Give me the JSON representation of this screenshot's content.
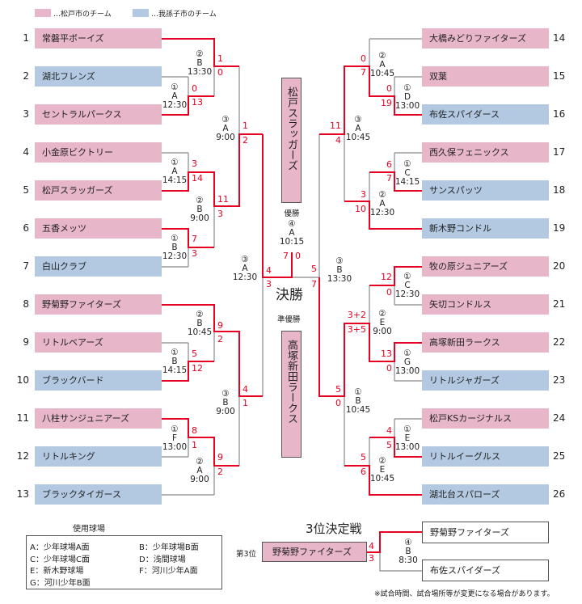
{
  "legend": {
    "matsudo": "…松戸市のチーム",
    "abiko": "…我孫子市のチーム"
  },
  "colors": {
    "matsudo": "#e8b6c9",
    "abiko": "#b3c9e2",
    "winner_line": "#e60022",
    "line": "#888888"
  },
  "teams": [
    {
      "no": "1",
      "name": "常磐平ボーイズ",
      "city": "matsudo"
    },
    {
      "no": "2",
      "name": "湖北フレンズ",
      "city": "abiko"
    },
    {
      "no": "3",
      "name": "セントラルパークス",
      "city": "matsudo"
    },
    {
      "no": "4",
      "name": "小金原ビクトリー",
      "city": "matsudo"
    },
    {
      "no": "5",
      "name": "松戸スラッガーズ",
      "city": "matsudo"
    },
    {
      "no": "6",
      "name": "五香メッツ",
      "city": "matsudo"
    },
    {
      "no": "7",
      "name": "白山クラブ",
      "city": "abiko"
    },
    {
      "no": "8",
      "name": "野菊野ファイターズ",
      "city": "matsudo"
    },
    {
      "no": "9",
      "name": "リトルベアーズ",
      "city": "matsudo"
    },
    {
      "no": "10",
      "name": "ブラックバード",
      "city": "abiko"
    },
    {
      "no": "11",
      "name": "八柱サンジュニアーズ",
      "city": "matsudo"
    },
    {
      "no": "12",
      "name": "リトルキング",
      "city": "abiko"
    },
    {
      "no": "13",
      "name": "ブラックタイガース",
      "city": "abiko"
    },
    {
      "no": "14",
      "name": "大橋みどりファイターズ",
      "city": "matsudo"
    },
    {
      "no": "15",
      "name": "双葉",
      "city": "matsudo"
    },
    {
      "no": "16",
      "name": "布佐スパイダース",
      "city": "abiko"
    },
    {
      "no": "17",
      "name": "西久保フェニックス",
      "city": "matsudo"
    },
    {
      "no": "18",
      "name": "サンスパッツ",
      "city": "abiko"
    },
    {
      "no": "19",
      "name": "新木野コンドル",
      "city": "abiko"
    },
    {
      "no": "20",
      "name": "牧の原ジュニアーズ",
      "city": "matsudo"
    },
    {
      "no": "21",
      "name": "矢切コンドルス",
      "city": "matsudo"
    },
    {
      "no": "22",
      "name": "高塚新田ラークス",
      "city": "matsudo"
    },
    {
      "no": "23",
      "name": "リトルジャガーズ",
      "city": "abiko"
    },
    {
      "no": "24",
      "name": "松戸KSカージナルス",
      "city": "matsudo"
    },
    {
      "no": "25",
      "name": "リトルイーグルス",
      "city": "abiko"
    },
    {
      "no": "26",
      "name": "湖北台スパローズ",
      "city": "abiko"
    }
  ],
  "matches": [
    {
      "round": "①",
      "field": "A",
      "time": "12:30",
      "scores": [
        "0",
        "13"
      ]
    },
    {
      "round": "②",
      "field": "B",
      "time": "13:30",
      "scores": [
        "1",
        "0"
      ]
    },
    {
      "round": "①",
      "field": "A",
      "time": "14:15",
      "scores": [
        "3",
        "14"
      ]
    },
    {
      "round": "①",
      "field": "B",
      "time": "12:30",
      "scores": [
        "7",
        "3"
      ]
    },
    {
      "round": "②",
      "field": "B",
      "time": "9:00",
      "scores": [
        "11",
        "3"
      ]
    },
    {
      "round": "③",
      "field": "A",
      "time": "9:00",
      "scores": [
        "1",
        "2"
      ]
    },
    {
      "round": "①",
      "field": "B",
      "time": "14:15",
      "scores": [
        "5",
        "12"
      ]
    },
    {
      "round": "②",
      "field": "B",
      "time": "10:45",
      "scores": [
        "9",
        "2"
      ]
    },
    {
      "round": "①",
      "field": "F",
      "time": "13:00",
      "scores": [
        "8",
        "1"
      ]
    },
    {
      "round": "②",
      "field": "A",
      "time": "9:00",
      "scores": [
        "9",
        "2"
      ]
    },
    {
      "round": "③",
      "field": "B",
      "time": "9:00",
      "scores": [
        "4",
        "1"
      ]
    },
    {
      "round": "③",
      "field": "A",
      "time": "12:30",
      "scores": [
        "4",
        "3"
      ]
    },
    {
      "round": "③",
      "field": "B",
      "time": "13:30",
      "scores": [
        "5",
        "7"
      ]
    },
    {
      "round": "①",
      "field": "D",
      "time": "13:00",
      "scores": [
        "0",
        "19"
      ]
    },
    {
      "round": "②",
      "field": "A",
      "time": "10:45",
      "scores": [
        "0",
        "7"
      ]
    },
    {
      "round": "③",
      "field": "A",
      "time": "10:45",
      "scores": [
        "11",
        "4"
      ]
    },
    {
      "round": "①",
      "field": "C",
      "time": "14:15",
      "scores": [
        "6",
        "7"
      ]
    },
    {
      "round": "②",
      "field": "A",
      "time": "12:30",
      "scores": [
        "3",
        "10"
      ]
    },
    {
      "round": "①",
      "field": "C",
      "time": "12:30",
      "scores": [
        "12",
        "0"
      ]
    },
    {
      "round": "②",
      "field": "E",
      "time": "9:00",
      "scores": [
        "3+2",
        "3+5"
      ]
    },
    {
      "round": "①",
      "field": "G",
      "time": "13:00",
      "scores": [
        "13",
        "0"
      ]
    },
    {
      "round": "①",
      "field": "B",
      "time": "10:45",
      "scores": [
        "5",
        "0"
      ]
    },
    {
      "round": "①",
      "field": "E",
      "time": "13:00",
      "scores": [
        "4",
        "5"
      ]
    },
    {
      "round": "②",
      "field": "E",
      "time": "10:45",
      "scores": [
        "5",
        "6"
      ]
    }
  ],
  "final": {
    "title": "決勝",
    "champion_label": "優勝",
    "runnerup_label": "準優勝",
    "champion": "松戸スラッガーズ",
    "runnerup": "高塚新田ラークス",
    "round": "④",
    "field": "A",
    "time": "10:15",
    "scores": [
      "7",
      "0"
    ]
  },
  "third_place": {
    "title": "3位決定戦",
    "label": "第3位",
    "winner": "野菊野ファイターズ",
    "teams": [
      "野菊野ファイターズ",
      "布佐スパイダーズ"
    ],
    "round": "④",
    "field": "B",
    "time": "8:30",
    "scores": [
      "4",
      "3"
    ]
  },
  "venues": {
    "title": "使用球場",
    "items": [
      "A：少年球場A面",
      "B：少年球場B面",
      "C：少年球場C面",
      "D：浅間球場",
      "E：新木野球場",
      "F：河川少年A面",
      "G：河川少年B面"
    ]
  },
  "note": "※試合時間、試合場所等が変更になる場合があります。"
}
